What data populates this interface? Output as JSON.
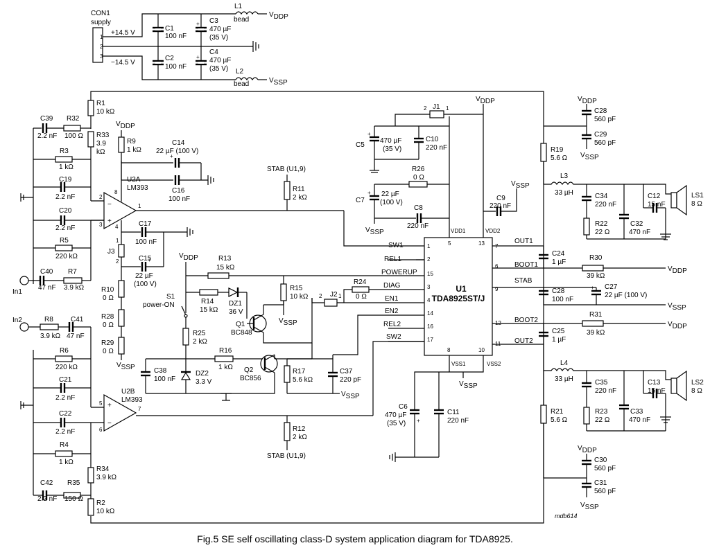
{
  "caption": "Fig.5  SE self oscillating class-D system application diagram for TDA8925.",
  "drawing_code": "mdb614",
  "supply_labels": {
    "vddp": "VDDP",
    "vssp": "VSSP",
    "dd_sub": "DDP",
    "ss_sub": "SSP"
  },
  "con1": {
    "name": "CON1",
    "sub": "supply",
    "pin1": "1",
    "pin2": "2",
    "pin3": "3",
    "plus": "+14.5 V",
    "minus": "−14.5 V"
  },
  "supply": {
    "l1": "L1",
    "l1_type": "bead",
    "l2": "L2",
    "l2_type": "bead",
    "c1": "C1",
    "c1_v": "100 nF",
    "c2": "C2",
    "c2_v": "100 nF",
    "c3": "C3",
    "c3_v": "470 µF",
    "c3_r": "(35 V)",
    "c4": "C4",
    "c4_v": "470 µF",
    "c4_r": "(35 V)"
  },
  "u1": {
    "name": "U1",
    "part": "TDA8925ST/J",
    "sw1": "SW1",
    "rel1": "REL1",
    "powerup": "POWERUP",
    "diag": "DIAG",
    "en1": "EN1",
    "en2": "EN2",
    "rel2": "REL2",
    "sw2": "SW2",
    "out1": "OUT1",
    "boot1": "BOOT1",
    "stab": "STAB",
    "boot2": "BOOT2",
    "out2": "OUT2",
    "vdd1": "VDD1",
    "vdd2": "VDD2",
    "vss1": "VSS1",
    "vss2": "VSS2",
    "p1": "1",
    "p2": "2",
    "p15": "15",
    "p3": "3",
    "p4": "4",
    "p14": "14",
    "p16": "16",
    "p17": "17",
    "p5": "5",
    "p13": "13",
    "p8": "8",
    "p10": "10",
    "p7": "7",
    "p6": "6",
    "p9": "9",
    "p12": "12",
    "p11": "11"
  },
  "u2a": {
    "name": "U2A",
    "part": "LM393",
    "p8": "8",
    "p2": "2",
    "p3": "3",
    "p1": "1",
    "p4": "4"
  },
  "u2b": {
    "name": "U2B",
    "part": "LM393",
    "p5": "5",
    "p6": "6",
    "p7": "7"
  },
  "left": {
    "r1": "R1",
    "r1_v": "10 kΩ",
    "r2": "R2",
    "r2_v": "10 kΩ",
    "r3": "R3",
    "r3_v": "1 kΩ",
    "r4": "R4",
    "r4_v": "1 kΩ",
    "r5": "R5",
    "r5_v": "220 kΩ",
    "r6": "R6",
    "r6_v": "220 kΩ",
    "r7": "R7",
    "r7_v": "3.9 kΩ",
    "r8": "R8",
    "r8_v": "3.9 kΩ",
    "r32": "R32",
    "r32_v": "100 Ω",
    "r33": "R33",
    "r33_v": "3.9",
    "r33_u": "kΩ",
    "r34": "R34",
    "r34_v": "3.9 kΩ",
    "r35": "R35",
    "r35_v": "150 Ω",
    "c19": "C19",
    "c19_v": "2.2 nF",
    "c20": "C20",
    "c20_v": "2.2 nF",
    "c21": "C21",
    "c21_v": "2.2 nF",
    "c22": "C22",
    "c22_v": "2.2 nF",
    "c39": "C39",
    "c39_v": "2.2 nF",
    "c40": "C40",
    "c40_v": "47 nF",
    "c41": "C41",
    "c41_v": "47 nF",
    "c42": "C42",
    "c42_v": "2.2 nF",
    "in1": "In1",
    "in2": "In2"
  },
  "mid": {
    "r9": "R9",
    "r9_v": "1 kΩ",
    "c14": "C14",
    "c14_v": "22 µF (100 V)",
    "c16": "C16",
    "c16_v": "100 nF",
    "c17": "C17",
    "c17_v": "100 nF",
    "c15": "C15",
    "c15_v": "22 µF",
    "c15_r": "(100 V)",
    "j3": "J3",
    "j3_p1": "1",
    "j3_p2": "2",
    "r10": "R10",
    "r10_v": "0 Ω",
    "r28": "R28",
    "r28_v": "0 Ω",
    "r29": "R29",
    "r29_v": "0 Ω",
    "r11": "R11",
    "r11_v": "2 kΩ",
    "r12": "R12",
    "r12_v": "2 kΩ",
    "stab_u19": "STAB (U1,9)",
    "r13": "R13",
    "r13_v": "15 kΩ",
    "r14": "R14",
    "r14_v": "15 kΩ",
    "dz1": "DZ1",
    "dz1_v": "36 V",
    "r15": "R15",
    "r15_v": "10 kΩ",
    "q1": "Q1",
    "q1_part": "BC848",
    "s1": "S1",
    "s1_f": "power-ON",
    "r25": "R25",
    "r25_v": "2 kΩ",
    "r16": "R16",
    "r16_v": "1 kΩ",
    "q2": "Q2",
    "q2_part": "BC856",
    "c38": "C38",
    "c38_v": "100 nF",
    "dz2": "DZ2",
    "dz2_v": "3.3 V",
    "r17": "R17",
    "r17_v": "5.6 kΩ",
    "c37": "C37",
    "c37_v": "220 pF",
    "r24": "R24",
    "r24_v": "0 Ω",
    "j2": "J2",
    "j2_p2": "2",
    "j2_p1": "1"
  },
  "top": {
    "j1": "J1",
    "j1_p2": "2",
    "j1_p1": "1",
    "c5": "C5",
    "c5_v": "470 µF",
    "c5_r": "(35 V)",
    "c10": "C10",
    "c10_v": "220 nF",
    "r26": "R26",
    "r26_v": "0 Ω",
    "c7": "C7",
    "c7_v": "22 µF",
    "c7_r": "(100 V)",
    "c8": "C8",
    "c8_v": "220 nF",
    "c9": "C9",
    "c9_v": "220 nF",
    "c6": "C6",
    "c6_v": "470 µF",
    "c6_r": "(35 V)",
    "c11": "C11",
    "c11_v": "220 nF"
  },
  "right": {
    "c28a": "C28",
    "c28a_v": "560 pF",
    "c29": "C29",
    "c29_v": "560 pF",
    "r19": "R19",
    "r19_v": "5.6 Ω",
    "l3": "L3",
    "l3_v": "33 µH",
    "c34": "C34",
    "c34_v": "220 nF",
    "r22": "R22",
    "r22_v": "22 Ω",
    "c32": "C32",
    "c32_v": "470 nF",
    "c12": "C12",
    "c12_v": "15 nF",
    "ls1": "LS1",
    "ls1_v": "8 Ω",
    "c24": "C24",
    "c24_v": "1 µF",
    "r30": "R30",
    "r30_v": "39 kΩ",
    "c28b": "C28",
    "c28b_v": "100 nF",
    "c27": "C27",
    "c27_v": "22 µF (100 V)",
    "c25": "C25",
    "c25_v": "1 µF",
    "r31": "R31",
    "r31_v": "39 kΩ",
    "l4": "L4",
    "l4_v": "33 µH",
    "c35": "C35",
    "c35_v": "220 nF",
    "r23": "R23",
    "r23_v": "22 Ω",
    "c33": "C33",
    "c33_v": "470 nF",
    "c13": "C13",
    "c13_v": "15 nF",
    "ls2": "LS2",
    "ls2_v": "8 Ω",
    "r21": "R21",
    "r21_v": "5.6 Ω",
    "c30": "C30",
    "c30_v": "560 pF",
    "c31": "C31",
    "c31_v": "560 pF"
  }
}
